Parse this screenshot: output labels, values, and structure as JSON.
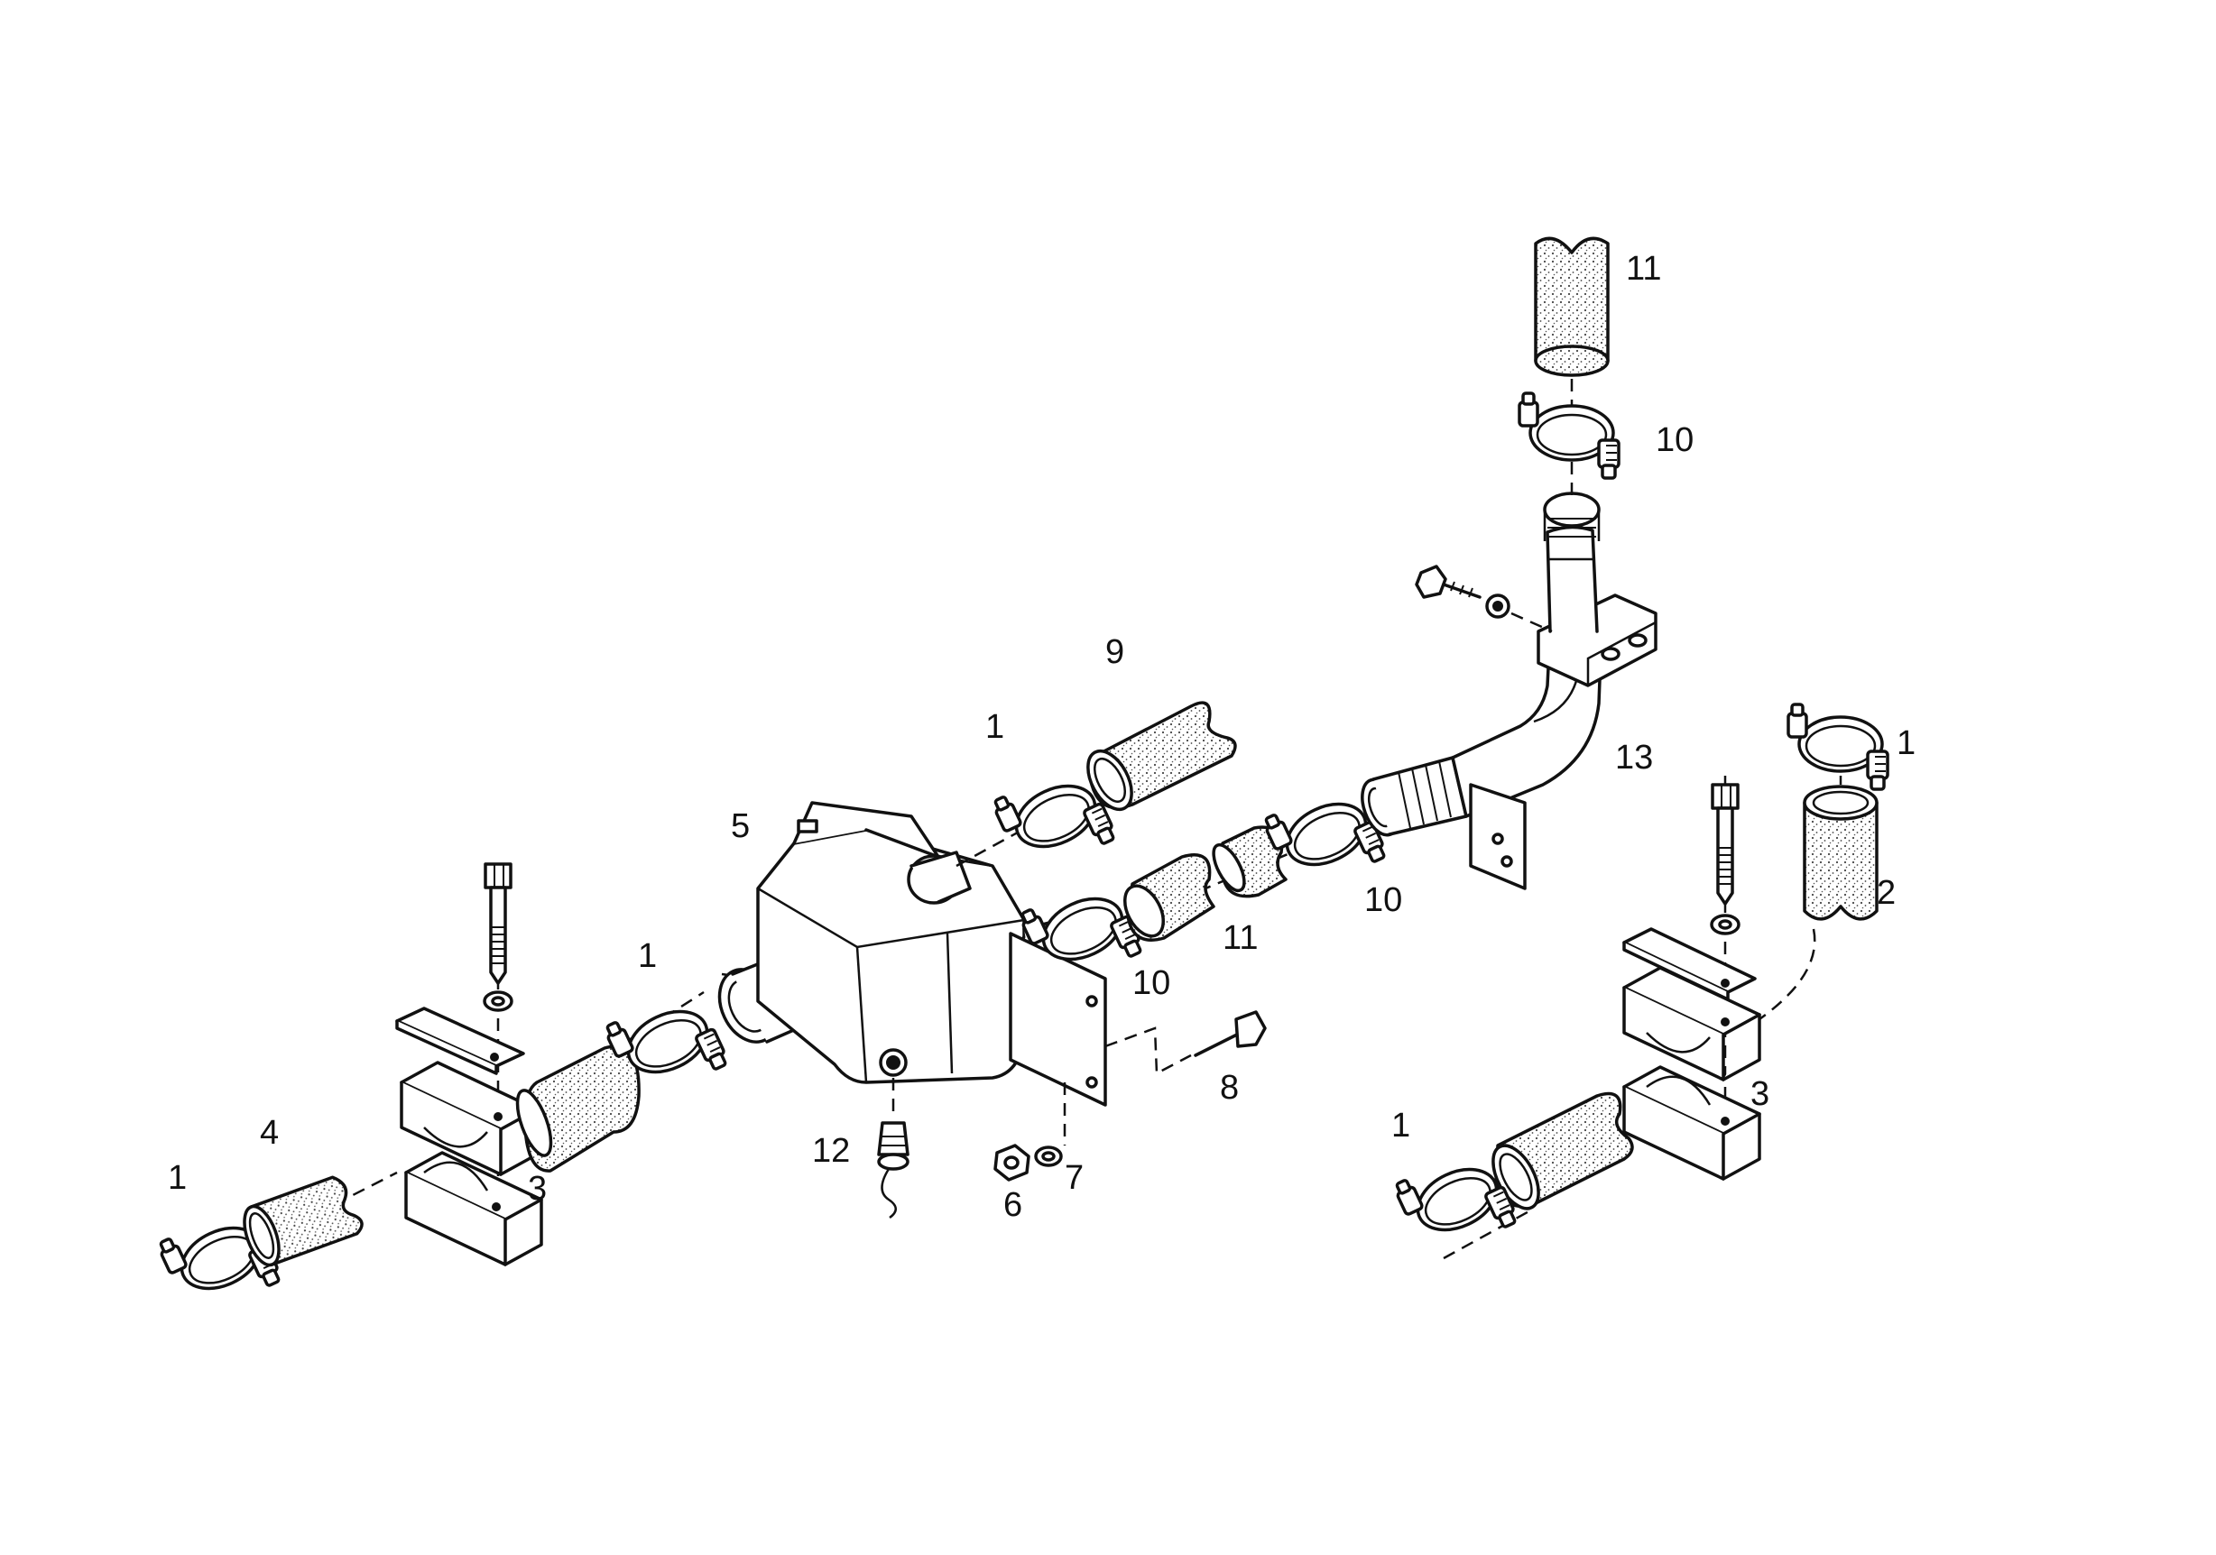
{
  "diagram": {
    "labels": [
      {
        "id": "l1a",
        "text": "1"
      },
      {
        "id": "l1b",
        "text": "1"
      },
      {
        "id": "l1c",
        "text": "1"
      },
      {
        "id": "l1d",
        "text": "1"
      },
      {
        "id": "l1e",
        "text": "1"
      },
      {
        "id": "l2",
        "text": "2"
      },
      {
        "id": "l3a",
        "text": "3"
      },
      {
        "id": "l3b",
        "text": "3"
      },
      {
        "id": "l4",
        "text": "4"
      },
      {
        "id": "l5",
        "text": "5"
      },
      {
        "id": "l6",
        "text": "6"
      },
      {
        "id": "l7",
        "text": "7"
      },
      {
        "id": "l8",
        "text": "8"
      },
      {
        "id": "l9",
        "text": "9"
      },
      {
        "id": "l10a",
        "text": "10"
      },
      {
        "id": "l10b",
        "text": "10"
      },
      {
        "id": "l10c",
        "text": "10"
      },
      {
        "id": "l11a",
        "text": "11"
      },
      {
        "id": "l11b",
        "text": "11"
      },
      {
        "id": "l12",
        "text": "12"
      },
      {
        "id": "l13",
        "text": "13"
      }
    ]
  }
}
